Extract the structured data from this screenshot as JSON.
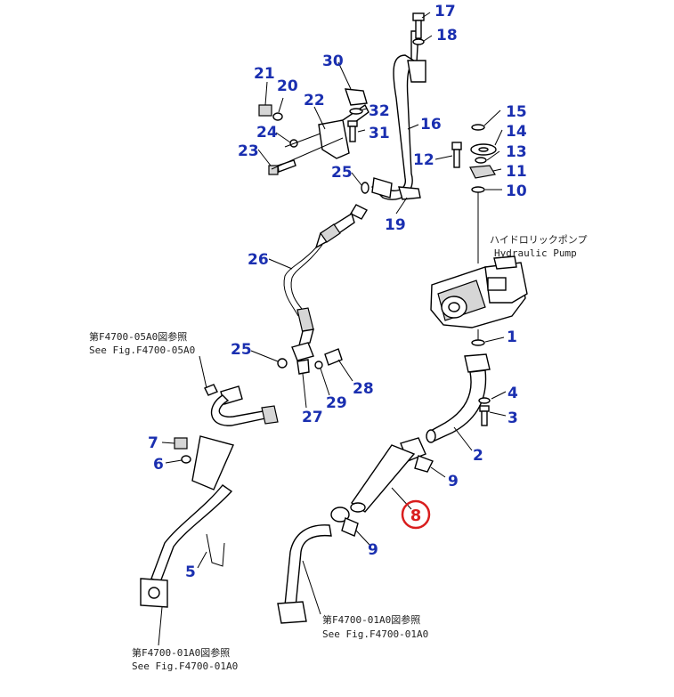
{
  "callouts": [
    "17",
    "18",
    "30",
    "21",
    "20",
    "22",
    "32",
    "16",
    "15",
    "14",
    "31",
    "24",
    "23",
    "25",
    "13",
    "12",
    "11",
    "10",
    "19",
    "26",
    "1",
    "25",
    "28",
    "29",
    "27",
    "4",
    "3",
    "2",
    "7",
    "6",
    "9",
    "8",
    "9",
    "5"
  ],
  "highlighted_callout": "8",
  "pump_label": {
    "ja": "ハイドロリックポンプ",
    "en": "Hydraulic Pump"
  },
  "references": {
    "left_mid": {
      "ja": "第F4700-05A0図参照",
      "en": "See Fig.F4700-05A0"
    },
    "bottom_center": {
      "ja": "第F4700-01A0図参照",
      "en": "See Fig.F4700-01A0"
    },
    "bottom_left": {
      "ja": "第F4700-01A0図参照",
      "en": "See Fig.F4700-01A0"
    }
  },
  "colors": {
    "callout": "#1a2fb0",
    "highlight": "#d91e1e",
    "line": "#000000"
  }
}
